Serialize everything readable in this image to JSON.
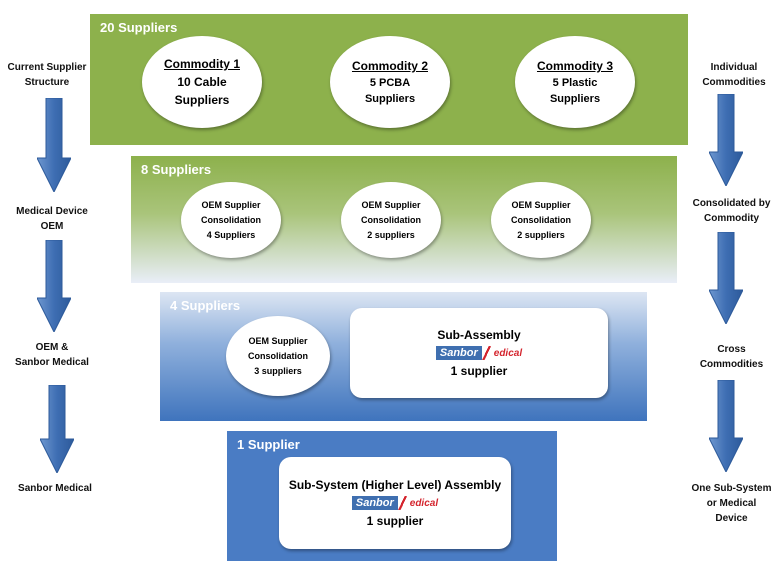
{
  "tiers": [
    {
      "title": "20 Suppliers"
    },
    {
      "title": "8 Suppliers"
    },
    {
      "title": "4 Suppliers"
    },
    {
      "title": "1 Supplier"
    }
  ],
  "tier1": {
    "c1": {
      "title": "Commodity 1",
      "line1": "10 Cable",
      "line2": "Suppliers"
    },
    "c2": {
      "title": "Commodity 2",
      "line1": "5 PCBA",
      "line2": "Suppliers"
    },
    "c3": {
      "title": "Commodity 3",
      "line1": "5 Plastic",
      "line2": "Suppliers"
    }
  },
  "tier2": {
    "e1": {
      "line1": "OEM Supplier",
      "line2": "Consolidation",
      "line3": "4 Suppliers"
    },
    "e2": {
      "line1": "OEM Supplier",
      "line2": "Consolidation",
      "line3": "2 suppliers"
    },
    "e3": {
      "line1": "OEM Supplier",
      "line2": "Consolidation",
      "line3": "2 suppliers"
    }
  },
  "tier3": {
    "e1": {
      "line1": "OEM Supplier",
      "line2": "Consolidation",
      "line3": "3 suppliers"
    },
    "box": {
      "title": "Sub-Assembly",
      "count": "1 supplier"
    }
  },
  "tier4": {
    "box": {
      "title": "Sub-System (Higher Level) Assembly",
      "count": "1 supplier"
    }
  },
  "logo": {
    "part1": "Sanbor",
    "part2": "edical"
  },
  "left_labels": [
    {
      "line1": "Current Supplier",
      "line2": "Structure"
    },
    {
      "line1": "Medical Device",
      "line2": "OEM"
    },
    {
      "line1": "OEM &",
      "line2": "Sanbor Medical"
    },
    {
      "line1": "Sanbor Medical"
    }
  ],
  "right_labels": [
    {
      "line1": "Individual",
      "line2": "Commodities"
    },
    {
      "line1": "Consolidated by",
      "line2": "Commodity"
    },
    {
      "line1": "Cross",
      "line2": "Commodities"
    },
    {
      "line1": "One Sub-System",
      "line2": "or Medical",
      "line3": "Device"
    }
  ],
  "colors": {
    "tier1": "#8db14c",
    "tier2_top": "#8db14c",
    "tier2_bottom": "#e8eef8",
    "tier3_top": "#d7e1f1",
    "tier3_bottom": "#3d74bf",
    "tier4": "#4a7cc4",
    "arrow": "#4a78b8"
  }
}
